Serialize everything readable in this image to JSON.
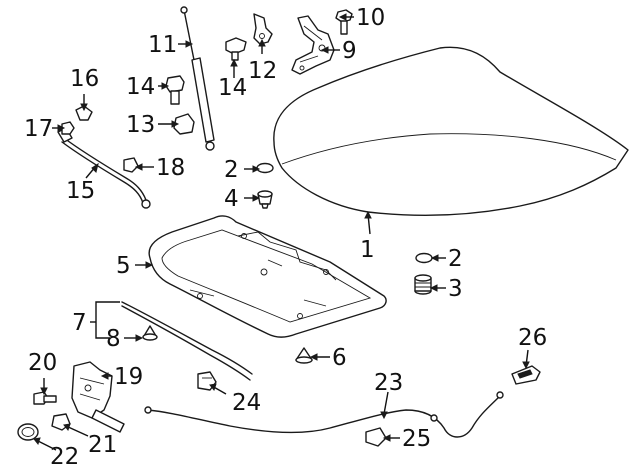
{
  "callouts": [
    {
      "id": "c1",
      "text": "1"
    },
    {
      "id": "c2a",
      "text": "2"
    },
    {
      "id": "c2b",
      "text": "2"
    },
    {
      "id": "c3",
      "text": "3"
    },
    {
      "id": "c4",
      "text": "4"
    },
    {
      "id": "c5",
      "text": "5"
    },
    {
      "id": "c6",
      "text": "6"
    },
    {
      "id": "c7",
      "text": "7"
    },
    {
      "id": "c8",
      "text": "8"
    },
    {
      "id": "c9",
      "text": "9"
    },
    {
      "id": "c10",
      "text": "10"
    },
    {
      "id": "c11",
      "text": "11"
    },
    {
      "id": "c12",
      "text": "12"
    },
    {
      "id": "c13",
      "text": "13"
    },
    {
      "id": "c14a",
      "text": "14"
    },
    {
      "id": "c14b",
      "text": "14"
    },
    {
      "id": "c15",
      "text": "15"
    },
    {
      "id": "c16",
      "text": "16"
    },
    {
      "id": "c17",
      "text": "17"
    },
    {
      "id": "c18",
      "text": "18"
    },
    {
      "id": "c19",
      "text": "19"
    },
    {
      "id": "c20",
      "text": "20"
    },
    {
      "id": "c21",
      "text": "21"
    },
    {
      "id": "c22",
      "text": "22"
    },
    {
      "id": "c23",
      "text": "23"
    },
    {
      "id": "c24",
      "text": "24"
    },
    {
      "id": "c25",
      "text": "25"
    },
    {
      "id": "c26",
      "text": "26"
    }
  ]
}
